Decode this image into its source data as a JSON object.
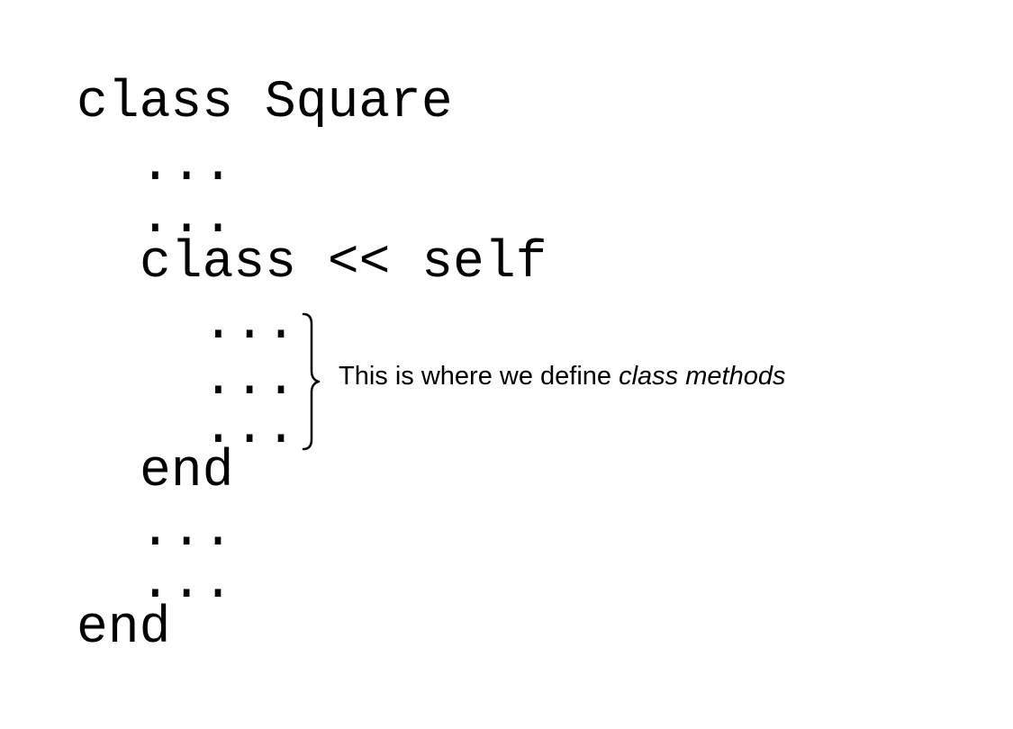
{
  "code": {
    "line_01": "class Square",
    "line_02": "...",
    "line_03": "...",
    "line_04": "class << self",
    "line_05": "...",
    "line_06": "...",
    "line_07": "...",
    "line_08": "end",
    "line_09": "...",
    "line_10": "...",
    "line_11": "end"
  },
  "annotation": {
    "plain": "This is where we define ",
    "emphasis": "class methods"
  }
}
